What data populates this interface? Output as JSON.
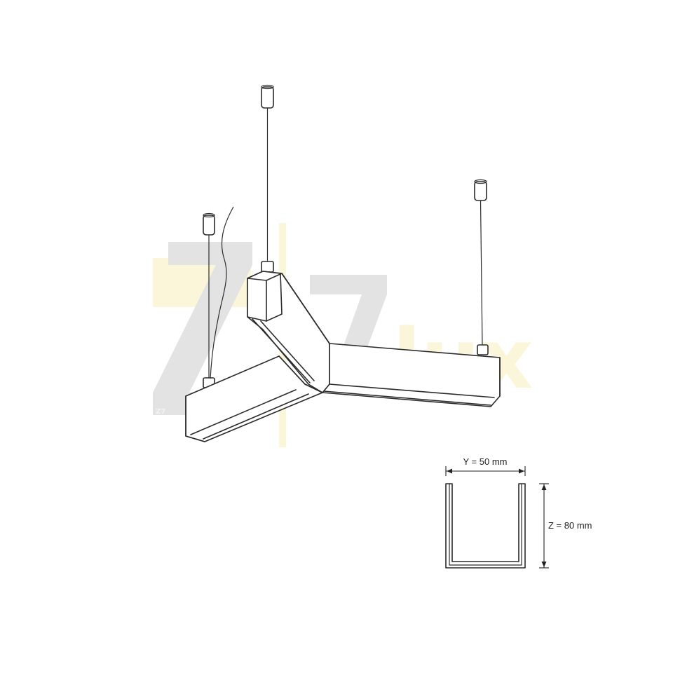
{
  "watermark": {
    "brand_mark": "Z7",
    "brand_suffix": "lux",
    "colors": {
      "gray": "#e3e3e3",
      "yellow": "#fbf5da"
    }
  },
  "drawing": {
    "line_color": "#2b2b2b",
    "suspension_cables": 3,
    "arms": 3
  },
  "dimensions": {
    "width_label": "Y = 50 mm",
    "height_label": "Z = 80 mm"
  }
}
